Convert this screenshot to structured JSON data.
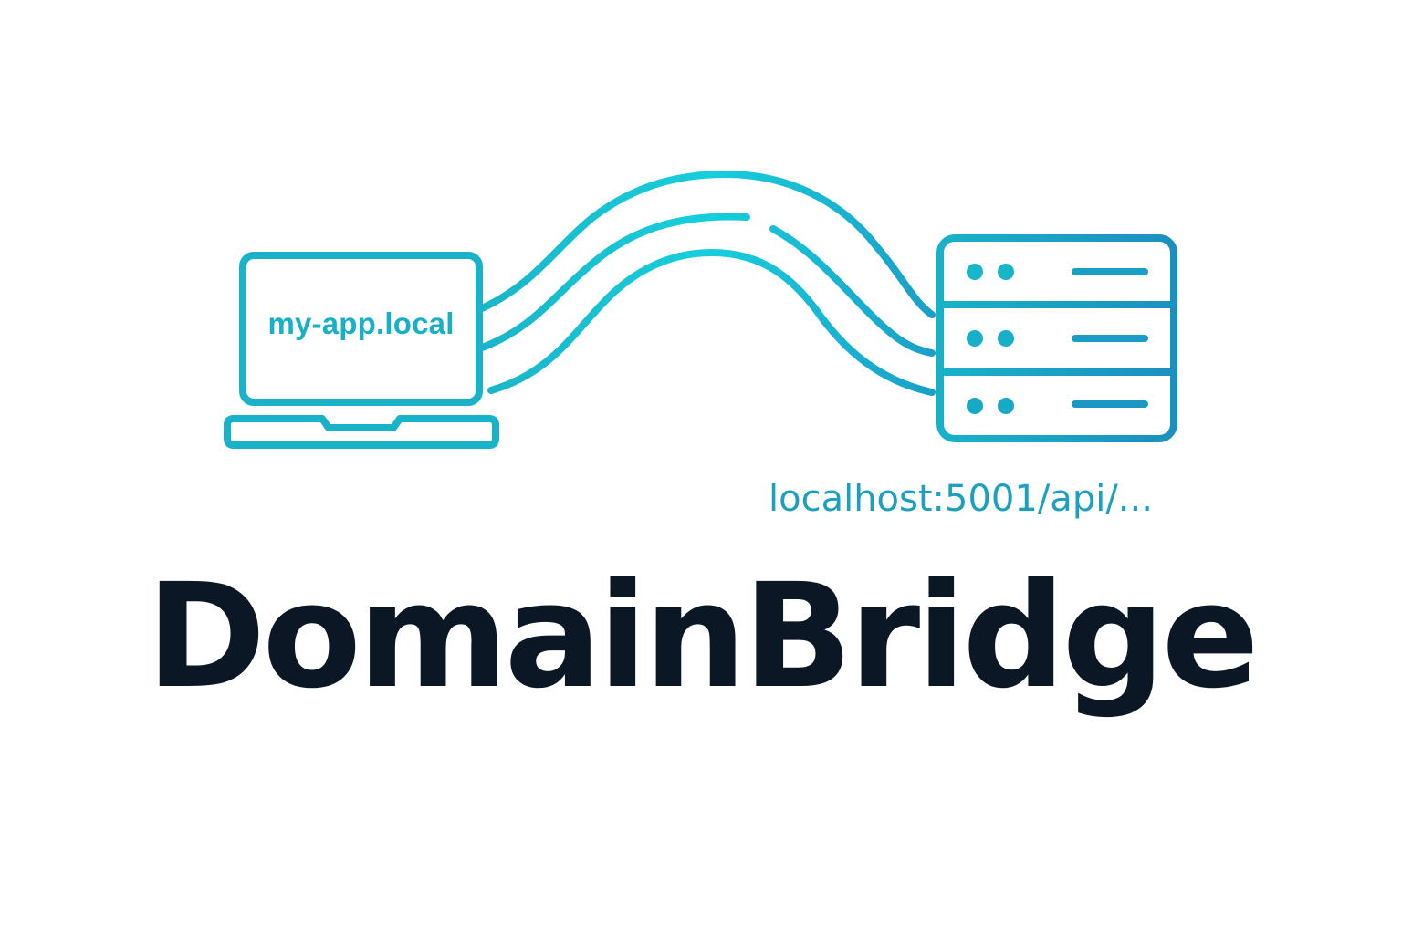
{
  "laptop": {
    "label": "my-app.local",
    "icon": "laptop-icon"
  },
  "server": {
    "icon": "server-rack-icon",
    "url": "localhost:5001/api/..."
  },
  "bridge": {
    "icon": "bridge-cables-icon"
  },
  "brand": {
    "name": "DomainBridge"
  },
  "colors": {
    "gradient_start": "#1ab8cc",
    "gradient_mid": "#17d0dc",
    "gradient_end": "#1a90c0",
    "text_dark": "#0c1726",
    "background": "#ffffff"
  }
}
